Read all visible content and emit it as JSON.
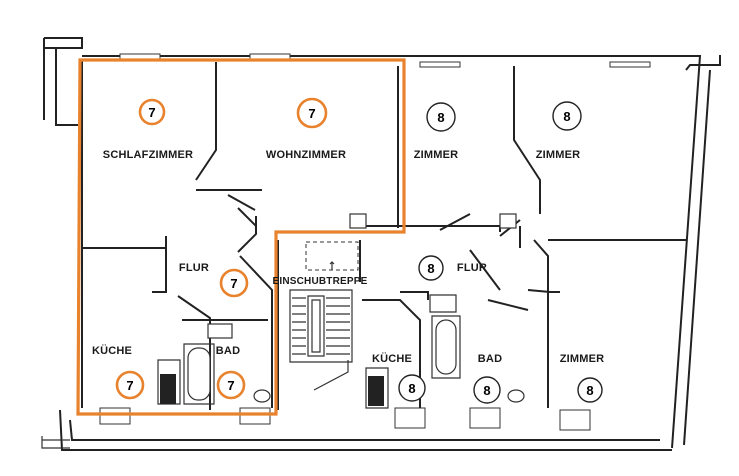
{
  "rooms": {
    "schlafzimmer": "SCHLAFZIMMER",
    "wohnzimmer": "WOHNZIMMER",
    "zimmer_a": "ZIMMER",
    "zimmer_b": "ZIMMER",
    "flur_left": "FLUR",
    "flur_right": "FLUR",
    "einschubtreppe": "EINSCHUBTREPPE",
    "kueche_left": "KÜCHE",
    "bad_left": "BAD",
    "kueche_right": "KÜCHE",
    "bad_right": "BAD",
    "zimmer_c": "ZIMMER"
  },
  "markers": {
    "schlafzimmer": "7",
    "wohnzimmer": "7",
    "zimmer_a": "8",
    "zimmer_b": "8",
    "flur_left": "7",
    "flur_right": "8",
    "kueche_left": "7",
    "bad_left": "7",
    "kueche_right": "8",
    "bad_right": "8",
    "zimmer_c": "8"
  },
  "colors": {
    "highlight": "#e8822c",
    "wall": "#222222"
  }
}
